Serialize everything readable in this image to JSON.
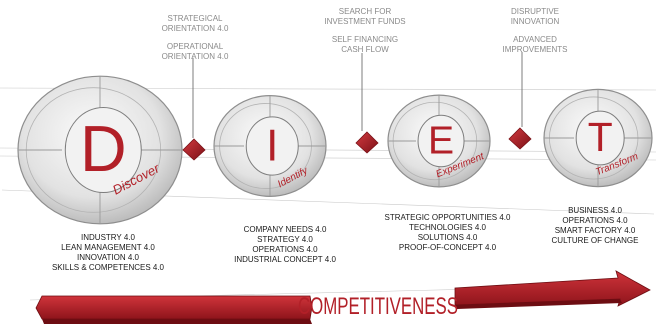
{
  "stages": [
    {
      "letter": "D",
      "word": "Discover",
      "accent": "#b22028",
      "topics": [
        "INDUSTRY 4.0",
        "LEAN MANAGEMENT 4.0",
        "INNOVATION 4.0",
        "SKILLS & COMPETENCES 4.0"
      ]
    },
    {
      "letter": "I",
      "word": "Identify",
      "accent": "#b22028",
      "topics": [
        "COMPANY NEEDS 4.0",
        "STRATEGY 4.0",
        "OPERATIONS 4.0",
        "INDUSTRIAL CONCEPT 4.0"
      ]
    },
    {
      "letter": "E",
      "word": "Experiment",
      "accent": "#b22028",
      "topics": [
        "STRATEGIC OPPORTUNITIES 4.0",
        "TECHNOLOGIES 4.0",
        "SOLUTIONS 4.0",
        "PROOF-OF-CONCEPT 4.0"
      ]
    },
    {
      "letter": "T",
      "word": "Transform",
      "accent": "#b22028",
      "topics": [
        "BUSINESS 4.0",
        "OPERATIONS 4.0",
        "SMART FACTORY 4.0",
        "CULTURE OF CHANGE"
      ]
    }
  ],
  "transitions": [
    {
      "lines": [
        "STRATEGICAL",
        "ORIENTATION 4.0",
        "",
        "OPERATIONAL",
        "ORIENTATION 4.0"
      ]
    },
    {
      "lines": [
        "SEARCH FOR",
        "INVESTMENT FUNDS",
        "",
        "SELF FINANCING",
        "CASH FLOW"
      ]
    },
    {
      "lines": [
        "DISRUPTIVE",
        "INNOVATION",
        "",
        "ADVANCED",
        "IMPROVEMENTS"
      ]
    }
  ],
  "arrow_label": "COMPETITIVENESS",
  "colors": {
    "accent": "#b22028",
    "accent_dark": "#7a1016",
    "ring": "#e3e3e3",
    "ring_edge": "#8e8e8e",
    "gray_text": "#8a8a8a"
  }
}
